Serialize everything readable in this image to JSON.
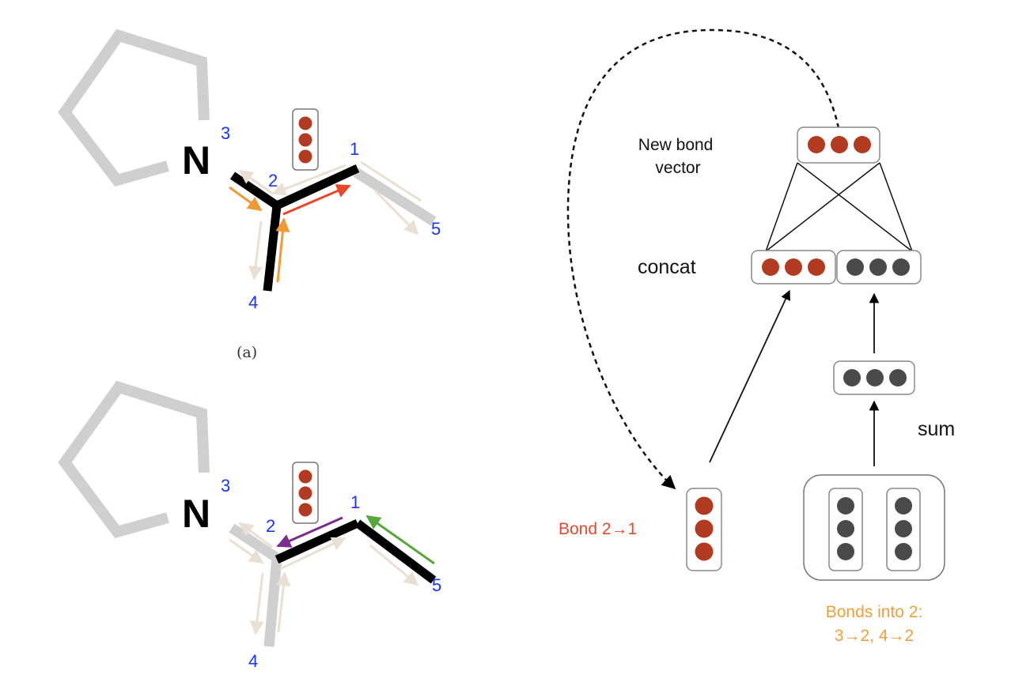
{
  "colors": {
    "gray_bond": "#cfcfcf",
    "black_bond": "#000000",
    "label_blue": "#1a35f5",
    "arrow_faint": "#eadfd3",
    "arrow_orange": "#ee9a35",
    "arrow_red": "#e5492a",
    "arrow_purple": "#7a2d8e",
    "arrow_green": "#57a83a",
    "vec_red": "#b23a20",
    "vec_gray": "#4a4a4a",
    "text_red": "#e64a2e",
    "text_orange": "#ef9f3e"
  },
  "panel_a": {
    "caption": "(a)",
    "atom_symbol": "N",
    "labels": {
      "n1": "1",
      "n2": "2",
      "n3": "3",
      "n4": "4",
      "n5": "5"
    }
  },
  "panel_b": {
    "atom_symbol": "N",
    "labels": {
      "n1": "1",
      "n2": "2",
      "n3": "3",
      "n4": "4",
      "n5": "5"
    }
  },
  "network": {
    "new_bond_label": "New bond\nvector",
    "concat_label": "concat",
    "sum_label": "sum",
    "bond_label": "Bond 2→1",
    "bonds_into_line1": "Bonds into 2:",
    "bonds_into_line2": "3→2, 4→2"
  }
}
